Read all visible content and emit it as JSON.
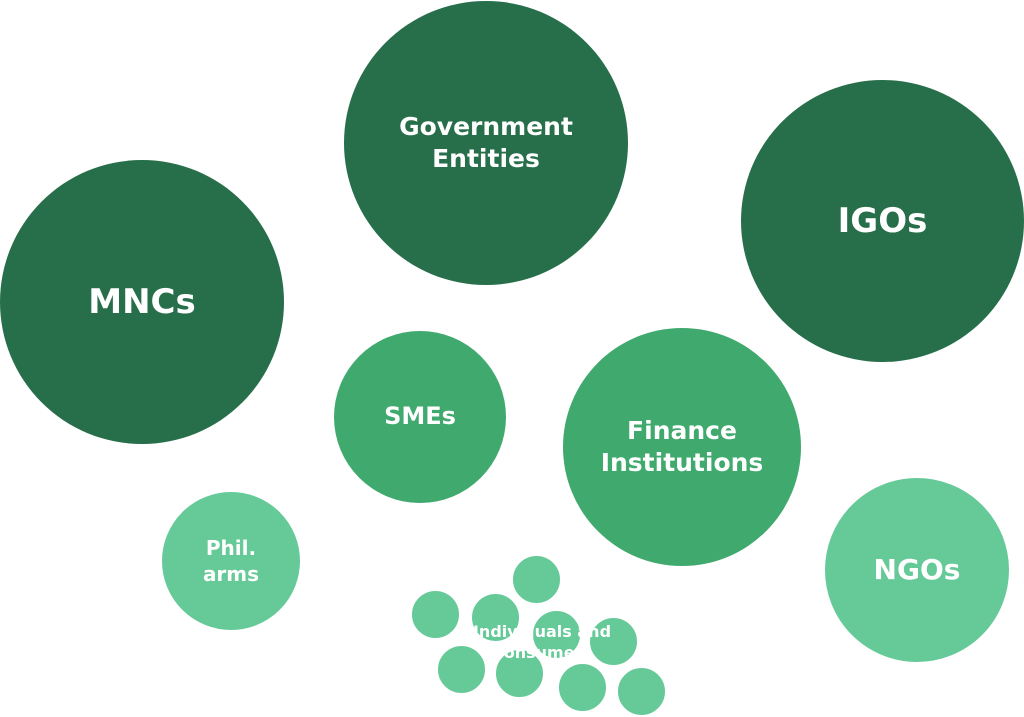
{
  "colors": {
    "dark": "#276e4a",
    "medium": "#40a96e",
    "light": "#66ca98"
  },
  "bubbles": {
    "government": "Government\nEntities",
    "igos": "IGOs",
    "mncs": "MNCs",
    "smes": "SMEs",
    "finance": "Finance\nInstitutions",
    "phil": "Phil.\narms",
    "ngos": "NGOs",
    "individuals": "Individuals and\nConsumers"
  }
}
